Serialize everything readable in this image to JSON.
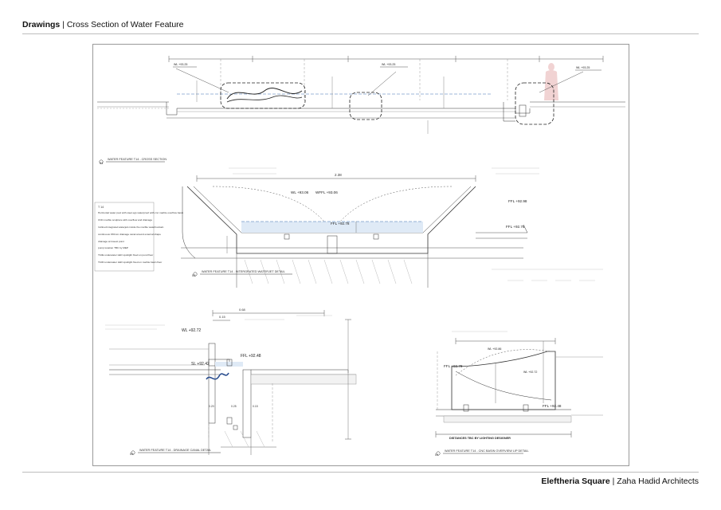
{
  "header": {
    "section": "Drawings",
    "separator": "|",
    "subtitle": "Cross Section of Water Feature"
  },
  "footer": {
    "project": "Eleftheria Square",
    "separator": "|",
    "firm": "Zaha Hadid Architects"
  },
  "drawing": {
    "panel1": {
      "number": "01",
      "title": "WATER FEATURE T14 - CROSS SECTION",
      "tags": [
        "WL +93.25",
        "WL +93.25",
        "WL +93.25"
      ]
    },
    "panel2": {
      "number": "02",
      "title": "WATER FEATURE T14 - INTERGRATED WATERJET DETAIL",
      "dim": "2.38",
      "labels": [
        "WL +93.06",
        "WFFL +93.06",
        "FFL +92.78",
        "FFL +92.98",
        "FFL +92.78"
      ]
    },
    "panel3": {
      "number": "03",
      "title": "WATER FEATURE T14 - DRAINAGE CANAL DETAIL",
      "dims": [
        "0.68",
        "0.15"
      ],
      "labels": [
        "WL +92.72",
        "SL +92.42",
        "FFL +92.48"
      ],
      "small_dims": [
        "0.20",
        "0.25",
        "0.15"
      ]
    },
    "panel4": {
      "number": "04",
      "title": "WATER FEATURE T14 - CNC BASIN OVERVIEW LIP DETAIL",
      "labels": [
        "WL +92.86",
        "FFL +92.78",
        "WL +92.72",
        "FFL +92.48",
        "DISTANCES TBC BY LIGHTING DESIGNER"
      ]
    },
    "legend": {
      "heading": "T 14",
      "items": [
        "Horizontal water pool with steel egs waterproof with cnc marble overflow basin",
        "CNC marble sculpture with overflow and drainage",
        "Inclined integrated waterjets inside the marble waterfountain",
        "continuous 150mm drainage canal around external shape",
        "drainage at lowest point",
        "pump location TBC by MEP",
        "T10E underwater LED spotlight fixed on pond floor",
        "T10D underwater LED spotlight fixed on marble basin floor"
      ]
    }
  }
}
